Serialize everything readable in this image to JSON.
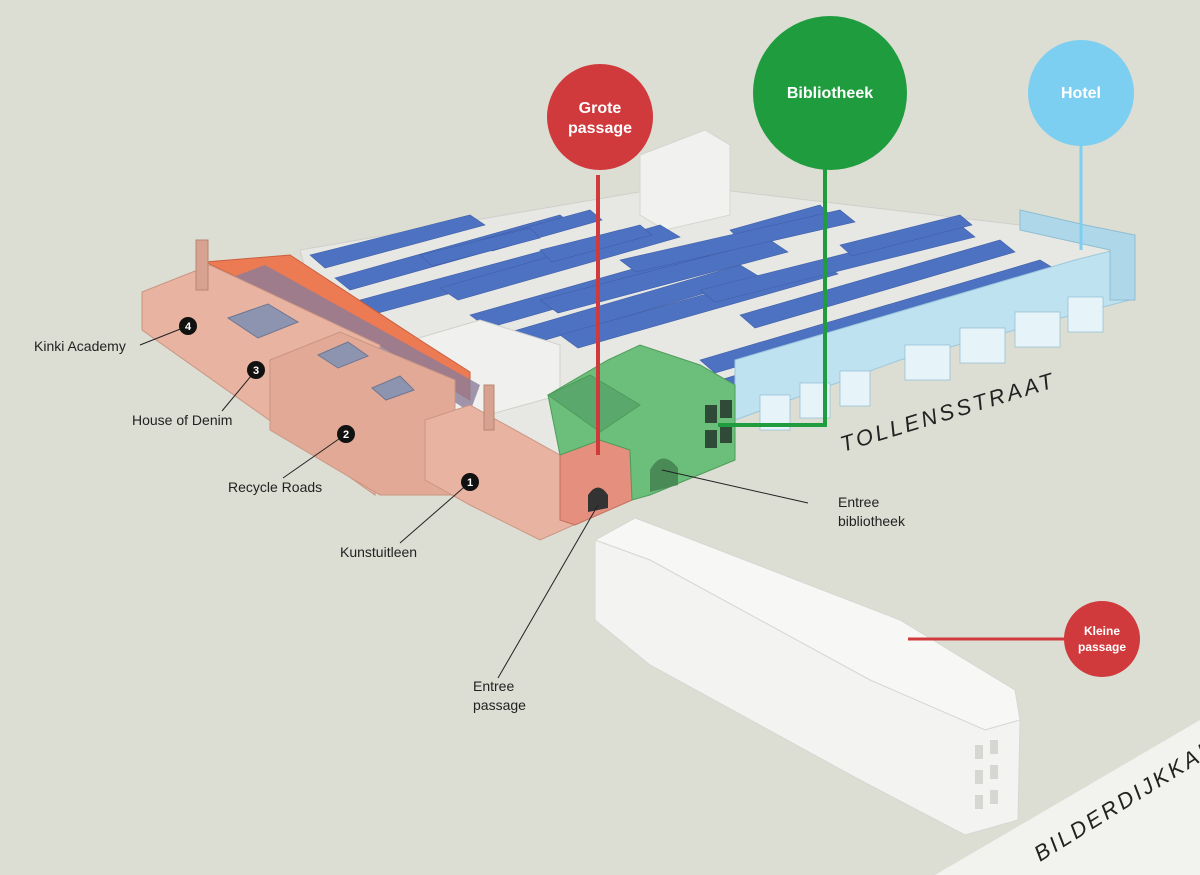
{
  "colors": {
    "background": "#dcddd3",
    "grote_passage": "#d13a3c",
    "bibliotheek": "#1e9c3e",
    "hotel": "#7ccff1",
    "kleine_passage": "#d13a3c",
    "solar_panel": "#4e72c2",
    "brick_building": "#e8b3a0",
    "green_building": "#6cbf7a",
    "hotel_building": "#bfe2f0",
    "new_building": "#f3f3f3"
  },
  "callouts": {
    "grote_passage": {
      "line1": "Grote",
      "line2": "passage"
    },
    "bibliotheek": {
      "label": "Bibliotheek"
    },
    "hotel": {
      "label": "Hotel"
    },
    "kleine_passage": {
      "line1": "Kleine",
      "line2": "passage"
    }
  },
  "numbered_tenants": [
    {
      "number": "1",
      "label": "Kunstuitleen"
    },
    {
      "number": "2",
      "label": "Recycle Roads"
    },
    {
      "number": "3",
      "label": "House of Denim"
    },
    {
      "number": "4",
      "label": "Kinki Academy"
    }
  ],
  "entrances": {
    "passage": {
      "line1": "Entree",
      "line2": "passage"
    },
    "bibliotheek": {
      "line1": "Entree",
      "line2": "bibliotheek"
    }
  },
  "streets": {
    "tollensstraat": "TOLLENSSTRAAT",
    "bilderdijkkade": "BILDERDIJKKADE"
  }
}
